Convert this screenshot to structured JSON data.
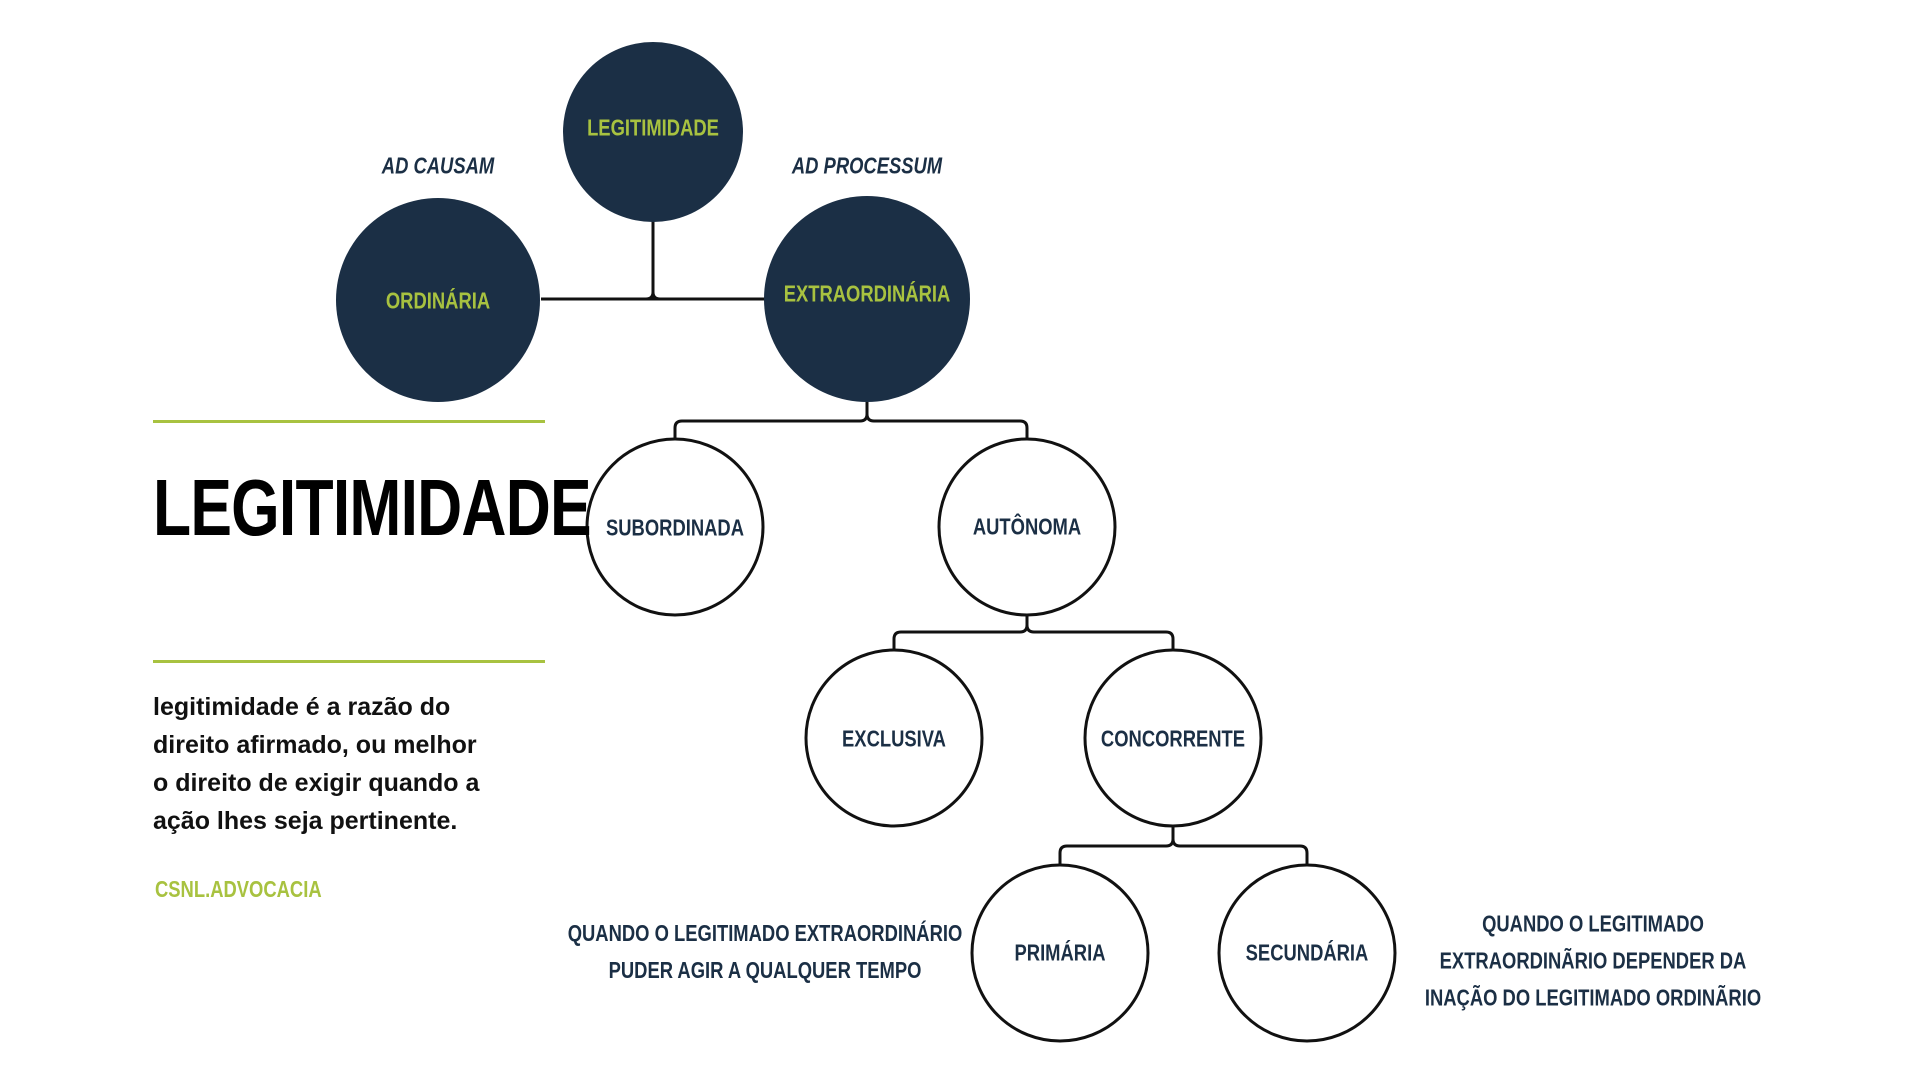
{
  "title": "LEGITIMIDADE",
  "description_lines": [
    "legitimidade é a razão do",
    "direito afirmado, ou melhor",
    "o direito de exigir quando a",
    "ação lhes seja pertinente."
  ],
  "brand": "CSNL.ADVOCACIA",
  "nodes": {
    "root": "LEGITIMIDADE",
    "ordinaria": "ORDINÁRIA",
    "extraordinaria": "EXTRAORDINÁRIA",
    "subordinada": "SUBORDINADA",
    "autonoma": "AUTÔNOMA",
    "exclusiva": "EXCLUSIVA",
    "concorrente": "CONCORRENTE",
    "primaria": "PRIMÁRIA",
    "secundaria": "SECUNDÁRIA"
  },
  "labels": {
    "ad_causam": "AD CAUSAM",
    "ad_processum": "AD PROCESSUM",
    "primaria_note": [
      "QUANDO O LEGITIMADO EXTRAORDINÁRIO",
      "PUDER AGIR A QUALQUER TEMPO"
    ],
    "secundaria_note": [
      "QUANDO O LEGITIMADO",
      "EXTRAORDINÃRIO DEPENDER DA",
      "INAÇÃO DO LEGITIMADO ORDINÃRIO"
    ]
  },
  "colors": {
    "navy": "#1b2f45",
    "green": "#a8c240"
  }
}
